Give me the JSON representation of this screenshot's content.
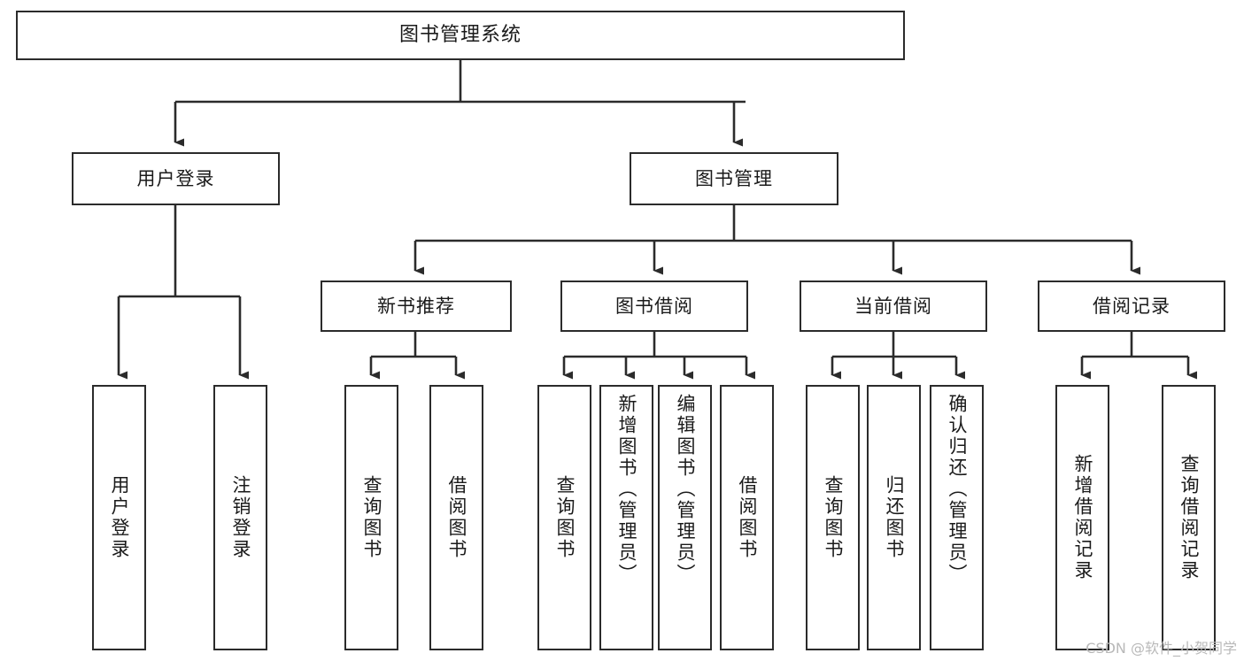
{
  "diagram": {
    "title": "图书管理系统",
    "type": "tree-structure-chart",
    "watermark": "CSDN @软件_小贺同学",
    "colors": {
      "stroke": "#2b2b2b",
      "fill": "#ffffff",
      "text": "#1a1a1a",
      "watermark": "#b9b9b9"
    },
    "nodes": {
      "root": {
        "label": "图书管理系统"
      },
      "level2": [
        {
          "id": "user-login",
          "label": "用户登录"
        },
        {
          "id": "book-manage",
          "label": "图书管理"
        }
      ],
      "level3": [
        {
          "id": "new-book-rec",
          "label": "新书推荐"
        },
        {
          "id": "book-borrow",
          "label": "图书借阅"
        },
        {
          "id": "current-borrow",
          "label": "当前借阅"
        },
        {
          "id": "borrow-record",
          "label": "借阅记录"
        }
      ],
      "leaves": {
        "user_login": [
          {
            "id": "leaf-user-login",
            "label": "用户登录"
          },
          {
            "id": "leaf-logout",
            "label": "注销登录"
          }
        ],
        "new_book_rec": [
          {
            "id": "leaf-query-book-1",
            "label": "查询图书"
          },
          {
            "id": "leaf-borrow-book-1",
            "label": "借阅图书"
          }
        ],
        "book_borrow": [
          {
            "id": "leaf-query-book-2",
            "label": "查询图书"
          },
          {
            "id": "leaf-add-book",
            "label": "新增图书（管理员）"
          },
          {
            "id": "leaf-edit-book",
            "label": "编辑图书（管理员）"
          },
          {
            "id": "leaf-borrow-book-2",
            "label": "借阅图书"
          }
        ],
        "current_borrow": [
          {
            "id": "leaf-query-book-3",
            "label": "查询图书"
          },
          {
            "id": "leaf-return-book",
            "label": "归还图书"
          },
          {
            "id": "leaf-confirm-return",
            "label": "确认归还（管理员）"
          }
        ],
        "borrow_record": [
          {
            "id": "leaf-add-record",
            "label": "新增借阅记录"
          },
          {
            "id": "leaf-query-record",
            "label": "查询借阅记录"
          }
        ]
      }
    }
  }
}
